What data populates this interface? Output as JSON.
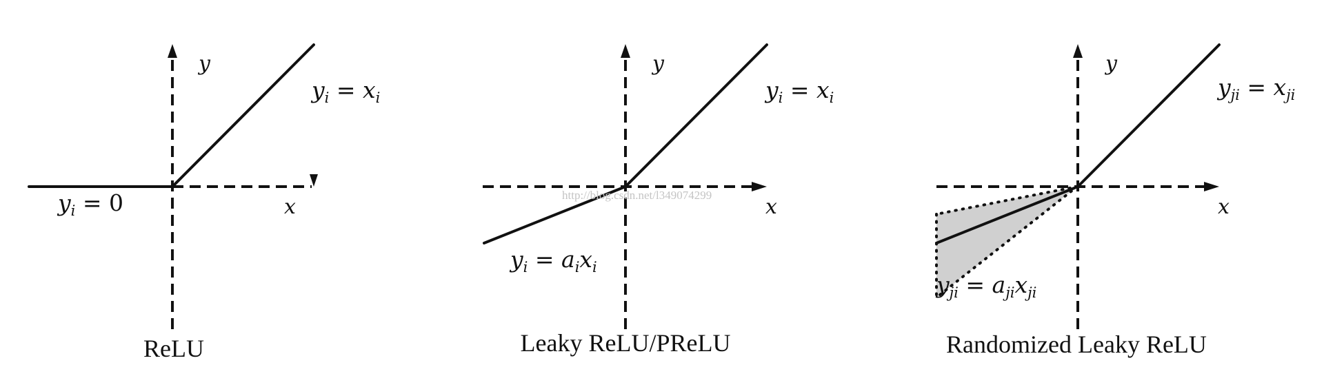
{
  "panels": [
    {
      "caption": "ReLU",
      "y_axis_label": "y",
      "x_axis_label": "x",
      "right_equation": {
        "lhs": "y",
        "lhs_sub": "i",
        "rhs": "x",
        "rhs_sub": "i"
      },
      "left_equation": {
        "lhs": "y",
        "lhs_sub": "i",
        "rhs": "0",
        "rhs_sub": ""
      }
    },
    {
      "caption": "Leaky ReLU/PReLU",
      "y_axis_label": "y",
      "x_axis_label": "x",
      "right_equation": {
        "lhs": "y",
        "lhs_sub": "i",
        "rhs": "x",
        "rhs_sub": "i"
      },
      "left_equation": {
        "lhs": "y",
        "lhs_sub": "i",
        "rhs_a": "a",
        "rhs_a_sub": "i",
        "rhs": "x",
        "rhs_sub": "i"
      }
    },
    {
      "caption": "Randomized Leaky ReLU",
      "y_axis_label": "y",
      "x_axis_label": "x",
      "right_equation": {
        "lhs": "y",
        "lhs_sub": "ji",
        "rhs": "x",
        "rhs_sub": "ji"
      },
      "left_equation": {
        "lhs": "y",
        "lhs_sub": "ji",
        "rhs_a": "a",
        "rhs_a_sub": "ji",
        "rhs": "x",
        "rhs_sub": "ji"
      }
    }
  ],
  "watermark": "http://blog.csdn.net/l349074299"
}
